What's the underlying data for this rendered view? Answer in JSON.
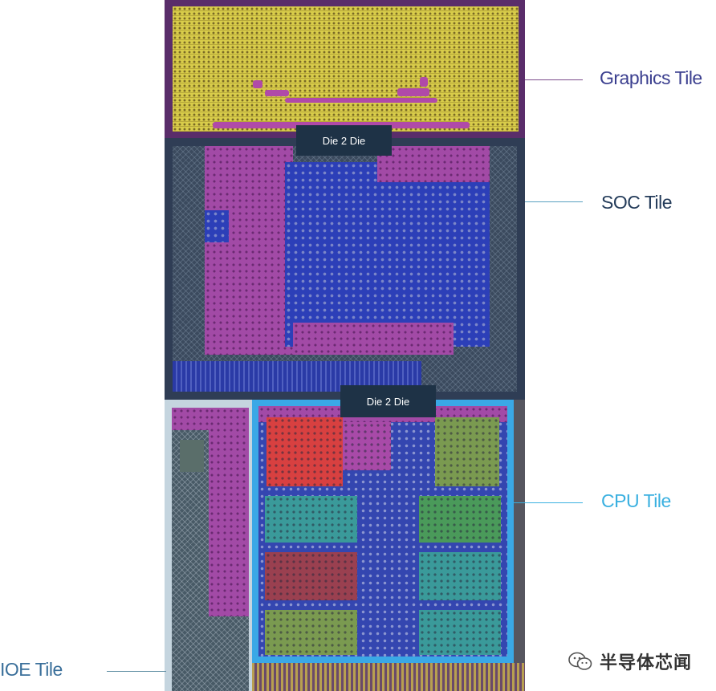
{
  "labels": {
    "graphics_tile": "Graphics Tile",
    "soc_tile": "SOC Tile",
    "cpu_tile": "CPU Tile",
    "ioe_tile": "IOE Tile",
    "die2die_top": "Die 2 Die",
    "die2die_bottom": "Die 2 Die"
  },
  "watermark": {
    "text": "半导体芯闻",
    "icon": "wechat-icon"
  },
  "colors": {
    "graphics_label": "#3b3f8f",
    "soc_label": "#243c5a",
    "cpu_label": "#3ab0e0",
    "ioe_label": "#3a6f9a",
    "soc_border": "#2e9fe6",
    "cpu_border": "#3aa8e6",
    "graphics_leader": "#7a4a8a",
    "soc_leader": "#5aa0c0",
    "cpu_leader": "#3ab0e0",
    "ioe_leader": "#5a8aa0"
  }
}
